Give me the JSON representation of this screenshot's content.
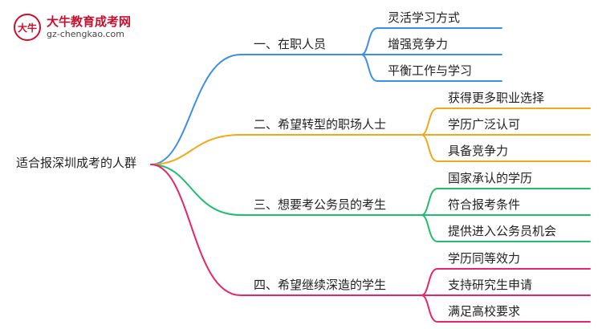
{
  "logo": {
    "mark": "大牛",
    "name": "大牛教育成考网",
    "url": "gz-chengkao.com"
  },
  "root": {
    "label": "适合报深圳成考的人群"
  },
  "branches": [
    {
      "label": "一、在职人员",
      "color": "#3b8fe8",
      "children": [
        "灵活学习方式",
        "增强竞争力",
        "平衡工作与学习"
      ]
    },
    {
      "label": "二、希望转型的职场人士",
      "color": "#f0a91a",
      "children": [
        "获得更多职业选择",
        "学历广泛认可",
        "具备竞争力"
      ]
    },
    {
      "label": "三、想要考公务员的考生",
      "color": "#1fbe6e",
      "children": [
        "国家承认的学历",
        "符合报考条件",
        "提供进入公务员机会"
      ]
    },
    {
      "label": "四、希望继续深造的学生",
      "color": "#e8246e",
      "children": [
        "学历同等效力",
        "支持研究生申请",
        "满足高校要求"
      ]
    }
  ]
}
